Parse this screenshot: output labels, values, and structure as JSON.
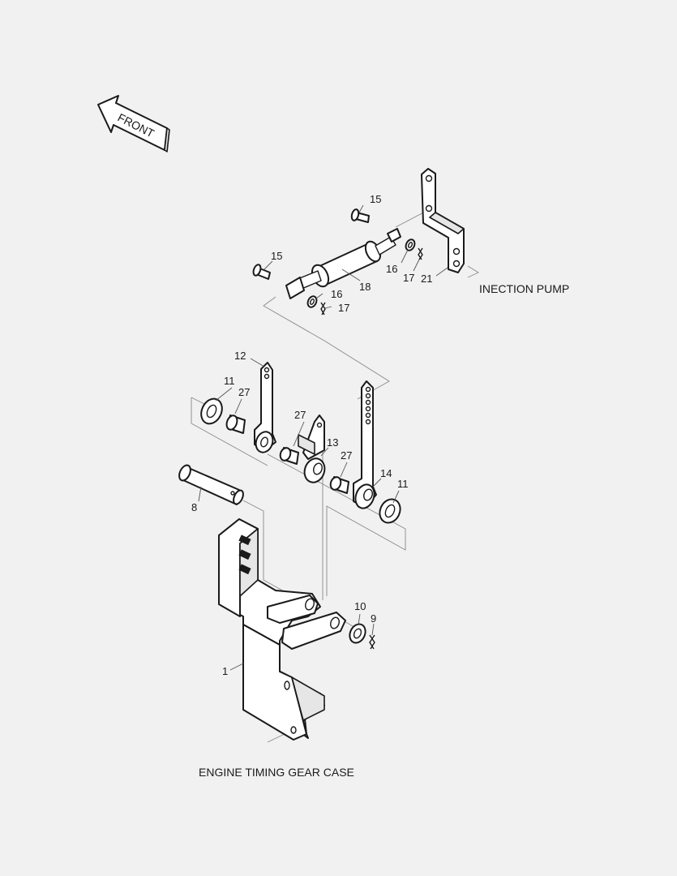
{
  "diagram": {
    "front_label": "FRONT",
    "notes": {
      "injection_pump": "INECTION PUMP",
      "timing_gear_case": "ENGINE TIMING GEAR CASE"
    },
    "callouts": [
      {
        "id": "c15a",
        "text": "15"
      },
      {
        "id": "c15b",
        "text": "15"
      },
      {
        "id": "c16a",
        "text": "16"
      },
      {
        "id": "c16b",
        "text": "16"
      },
      {
        "id": "c17a",
        "text": "17"
      },
      {
        "id": "c17b",
        "text": "17"
      },
      {
        "id": "c18",
        "text": "18"
      },
      {
        "id": "c21",
        "text": "21"
      },
      {
        "id": "c12",
        "text": "12"
      },
      {
        "id": "c11a",
        "text": "11"
      },
      {
        "id": "c27a",
        "text": "27"
      },
      {
        "id": "c27b",
        "text": "27"
      },
      {
        "id": "c13",
        "text": "13"
      },
      {
        "id": "c27c",
        "text": "27"
      },
      {
        "id": "c14",
        "text": "14"
      },
      {
        "id": "c11b",
        "text": "11"
      },
      {
        "id": "c8",
        "text": "8"
      },
      {
        "id": "c10",
        "text": "10"
      },
      {
        "id": "c9",
        "text": "9"
      },
      {
        "id": "c1",
        "text": "1"
      }
    ]
  }
}
